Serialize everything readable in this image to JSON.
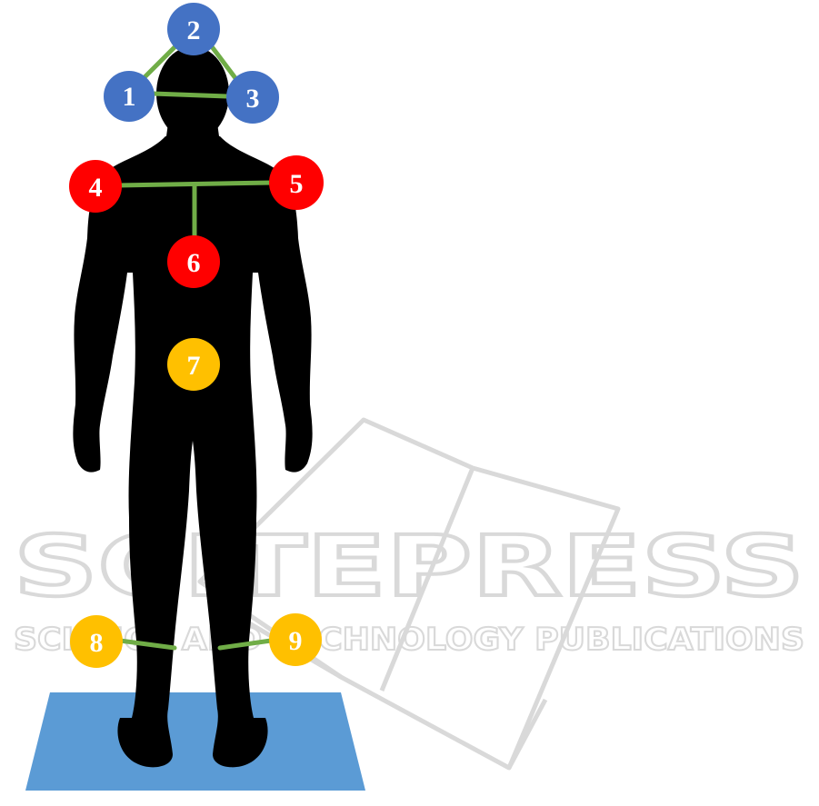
{
  "colors": {
    "silhouette": "#000000",
    "mat": "#5b9bd5",
    "connector": "#70ad47",
    "head_marker": "#4472c4",
    "shoulder_marker": "#ff0000",
    "lower_marker": "#ffc000",
    "watermark": "#d9d9d9"
  },
  "watermark": {
    "brand": "SCITEPRESS",
    "tagline": "SCIENCE AND TECHNOLOGY PUBLICATIONS"
  },
  "markers": [
    {
      "id": "1",
      "label": "1",
      "group": "head"
    },
    {
      "id": "2",
      "label": "2",
      "group": "head"
    },
    {
      "id": "3",
      "label": "3",
      "group": "head"
    },
    {
      "id": "4",
      "label": "4",
      "group": "shoulder"
    },
    {
      "id": "5",
      "label": "5",
      "group": "shoulder"
    },
    {
      "id": "6",
      "label": "6",
      "group": "shoulder"
    },
    {
      "id": "7",
      "label": "7",
      "group": "lower"
    },
    {
      "id": "8",
      "label": "8",
      "group": "lower"
    },
    {
      "id": "9",
      "label": "9",
      "group": "lower"
    }
  ],
  "connections": [
    [
      "1",
      "2"
    ],
    [
      "2",
      "3"
    ],
    [
      "1",
      "3"
    ],
    [
      "4",
      "5"
    ],
    [
      "6",
      "4-5"
    ],
    [
      "8",
      "left-ankle"
    ],
    [
      "9",
      "right-ankle"
    ]
  ]
}
